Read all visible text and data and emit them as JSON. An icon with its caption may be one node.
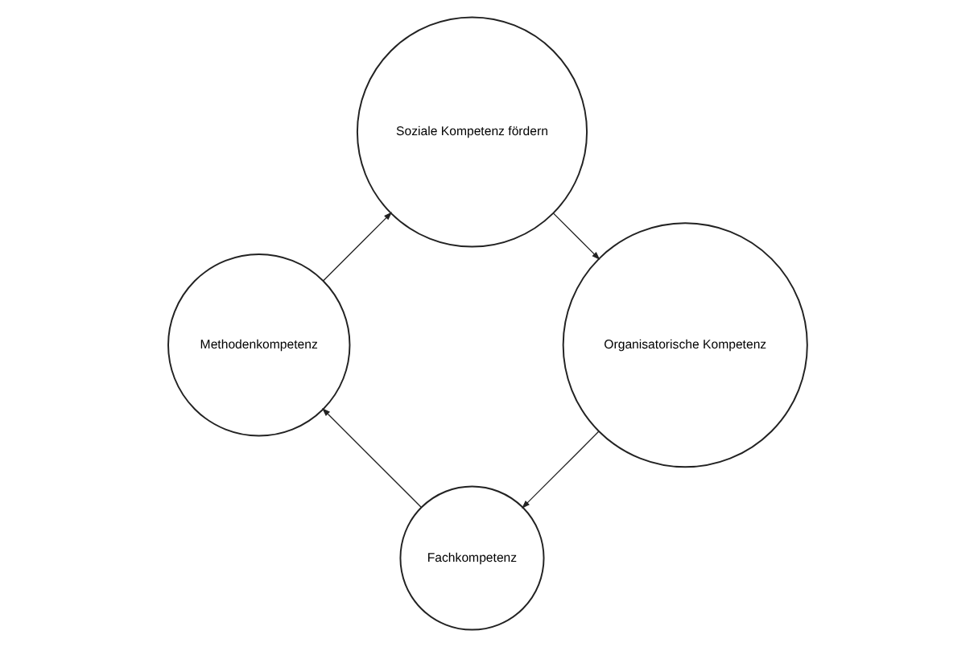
{
  "diagram": {
    "nodes": [
      {
        "text": [
          "Fachkompetenz"
        ]
      },
      {
        "text": [
          "Methodenkompetenz"
        ]
      },
      {
        "text": [
          "Soziale Kompetenz fördern"
        ]
      },
      {
        "text": [
          "Organisatorische Kompetenz"
        ]
      }
    ],
    "edges": [
      {
        "from": 0,
        "to": 1,
        "arrow": "to"
      },
      {
        "from": 1,
        "to": 2,
        "arrow": "to"
      },
      {
        "from": 2,
        "to": 3,
        "arrow": "to"
      },
      {
        "from": 3,
        "to": 0,
        "arrow": "to"
      }
    ]
  }
}
